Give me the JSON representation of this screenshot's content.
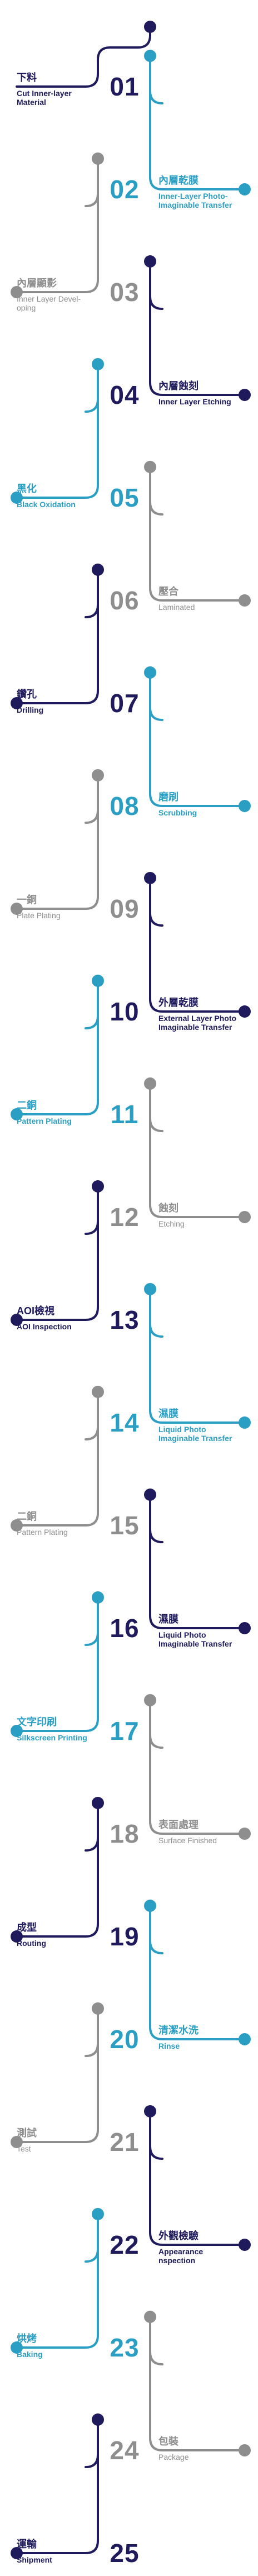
{
  "colors": {
    "navy": "#1e1a5c",
    "teal": "#2a9fc3",
    "gray": "#8e8e8e"
  },
  "steps": [
    {
      "num": "01",
      "zh": "下料",
      "en": "Cut Inner-layer\nMaterial",
      "side": "left",
      "color": "navy"
    },
    {
      "num": "02",
      "zh": "內層乾膜",
      "en": "Inner-Layer Photo-\nImaginable Transfer",
      "side": "right",
      "color": "teal"
    },
    {
      "num": "03",
      "zh": "內層顯影",
      "en": "Inner Layer Devel-\noping",
      "side": "left",
      "color": "gray"
    },
    {
      "num": "04",
      "zh": "內層蝕刻",
      "en": "Inner Layer Etching",
      "side": "right",
      "color": "navy"
    },
    {
      "num": "05",
      "zh": "黑化",
      "en": "Black Oxidation",
      "side": "left",
      "color": "teal"
    },
    {
      "num": "06",
      "zh": "壓合",
      "en": "Laminated",
      "side": "right",
      "color": "gray"
    },
    {
      "num": "07",
      "zh": "鑽孔",
      "en": "Drilling",
      "side": "left",
      "color": "navy"
    },
    {
      "num": "08",
      "zh": "磨刷",
      "en": "Scrubbing",
      "side": "right",
      "color": "teal"
    },
    {
      "num": "09",
      "zh": "一銅",
      "en": "Plate Plating",
      "side": "left",
      "color": "gray"
    },
    {
      "num": "10",
      "zh": "外層乾膜",
      "en": "External Layer Photo\nImaginable Transfer",
      "side": "right",
      "color": "navy"
    },
    {
      "num": "11",
      "zh": "二銅",
      "en": "Pattern Plating",
      "side": "left",
      "color": "teal"
    },
    {
      "num": "12",
      "zh": "蝕刻",
      "en": "Etching",
      "side": "right",
      "color": "gray"
    },
    {
      "num": "13",
      "zh": "AOI檢視",
      "en": "AOI Inspection",
      "side": "left",
      "color": "navy"
    },
    {
      "num": "14",
      "zh": "濕膜",
      "en": "Liquid Photo\nImaginable Transfer",
      "side": "right",
      "color": "teal"
    },
    {
      "num": "15",
      "zh": "二銅",
      "en": "Pattern Plating",
      "side": "left",
      "color": "gray"
    },
    {
      "num": "16",
      "zh": "濕膜",
      "en": "Liquid Photo\nImaginable Transfer",
      "side": "right",
      "color": "navy"
    },
    {
      "num": "17",
      "zh": "文字印刷",
      "en": "Silkscreen Printing",
      "side": "left",
      "color": "teal"
    },
    {
      "num": "18",
      "zh": "表面處理",
      "en": "Surface Finished",
      "side": "right",
      "color": "gray"
    },
    {
      "num": "19",
      "zh": "成型",
      "en": "Routing",
      "side": "left",
      "color": "navy"
    },
    {
      "num": "20",
      "zh": "清潔水洗",
      "en": "Rinse",
      "side": "right",
      "color": "teal"
    },
    {
      "num": "21",
      "zh": "測試",
      "en": "Test",
      "side": "left",
      "color": "gray"
    },
    {
      "num": "22",
      "zh": "外觀檢驗",
      "en": "Appearance\nnspection",
      "side": "right",
      "color": "navy"
    },
    {
      "num": "23",
      "zh": "烘烤",
      "en": "Baking",
      "side": "left",
      "color": "teal"
    },
    {
      "num": "24",
      "zh": "包裝",
      "en": "Package",
      "side": "right",
      "color": "gray"
    },
    {
      "num": "25",
      "zh": "運輸",
      "en": "Shipment",
      "side": "left",
      "color": "navy"
    }
  ]
}
